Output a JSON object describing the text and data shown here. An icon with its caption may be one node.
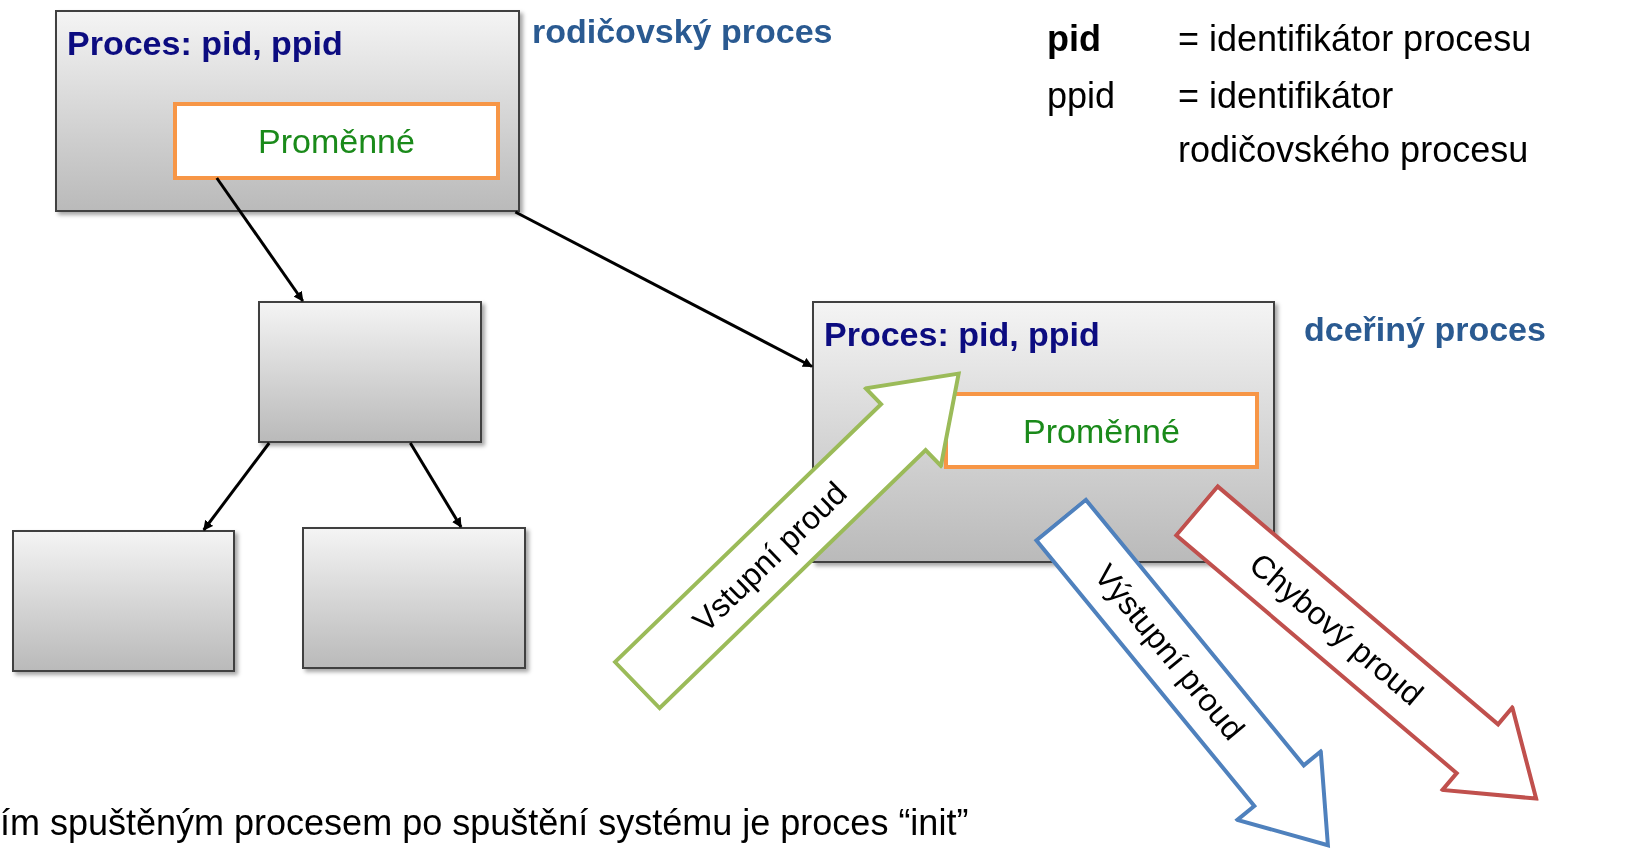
{
  "diagram": {
    "nodes": [
      {
        "text": [
          "Proces: pid, ppid"
        ],
        "beside": [
          "rodičovský proces"
        ]
      },
      {
        "text": [
          "Proměnné"
        ],
        "in": 0
      },
      {
        "text": [],
        "shape": "box"
      },
      {
        "text": [],
        "shape": "box"
      },
      {
        "text": [],
        "shape": "box"
      },
      {
        "text": [
          "Proces: pid, ppid"
        ],
        "beside": [
          "dceřiný proces"
        ]
      },
      {
        "text": [
          "Proměnné"
        ],
        "in": 5
      },
      {
        "text": [
          "Vstupní proud"
        ]
      },
      {
        "text": [
          "Výstupní proud"
        ]
      },
      {
        "text": [
          "Chybový proud"
        ]
      }
    ],
    "edges": [
      {
        "from": 1,
        "to": 2,
        "arrow": "to"
      },
      {
        "from": 0,
        "to": 5,
        "arrow": "to"
      },
      {
        "from": 2,
        "to": 3,
        "arrow": "to"
      },
      {
        "from": 2,
        "to": 4,
        "arrow": "to"
      }
    ],
    "labels": [
      "pid",
      "= identifikátor procesu",
      "ppid",
      "= identifikátor rodičovského procesu",
      "ím spuštěným procesem po spuštění systému je proces “init”"
    ]
  }
}
